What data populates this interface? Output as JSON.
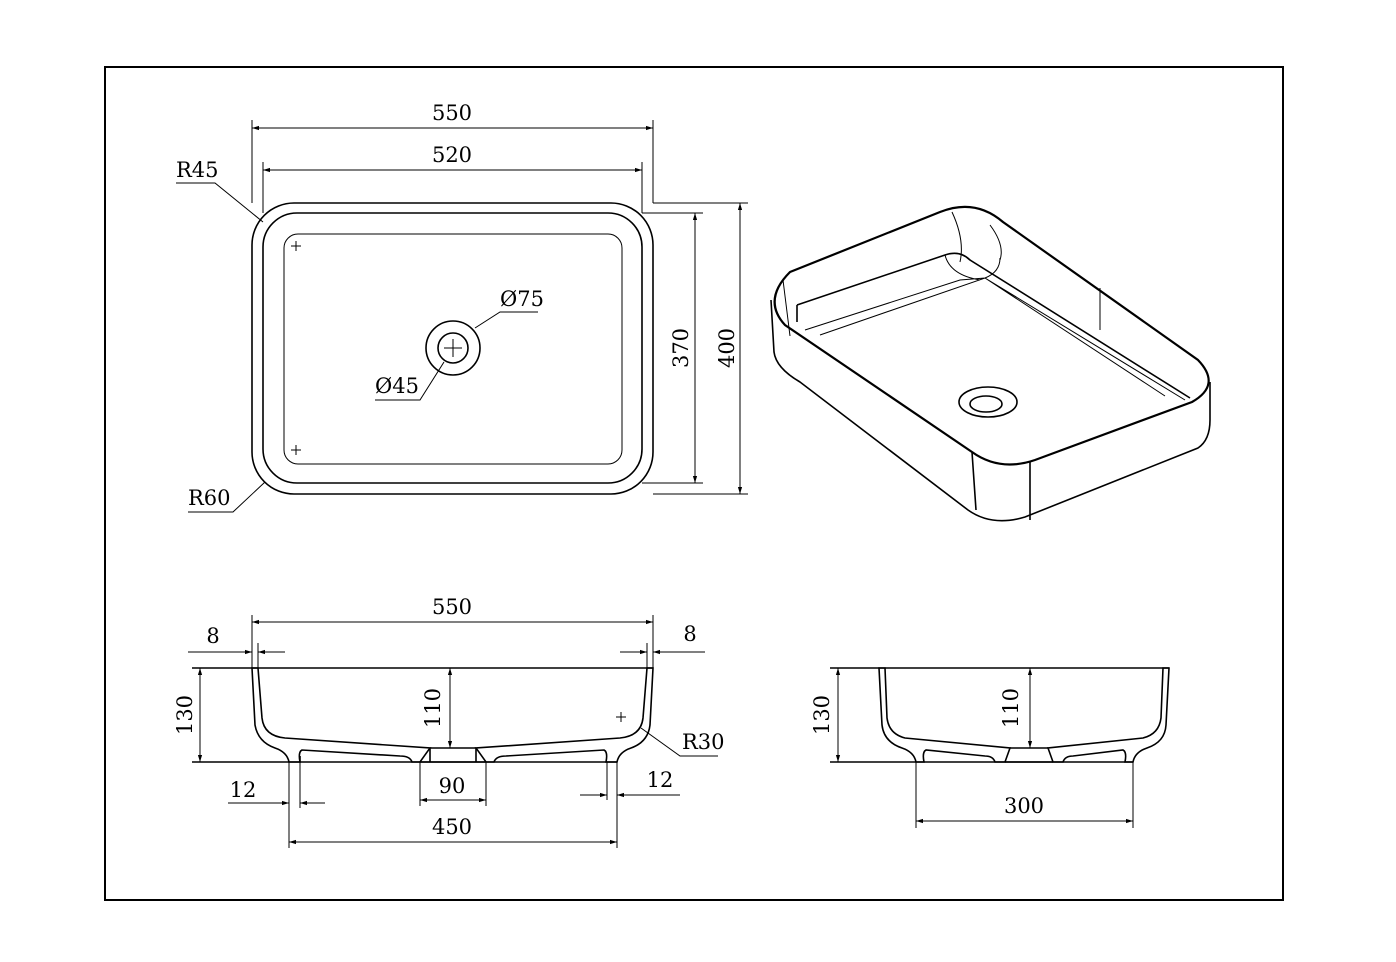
{
  "top_view": {
    "overall_width": "550",
    "inner_width": "520",
    "inner_depth": "370",
    "overall_depth": "400",
    "corner_radius_top": "R45",
    "corner_radius_bottom": "R60",
    "drain_outer_diameter": "Ø75",
    "drain_inner_diameter": "Ø45"
  },
  "front_section": {
    "overall_width": "550",
    "rim_left": "8",
    "rim_right": "8",
    "overall_height": "130",
    "inner_depth": "110",
    "bottom_radius": "R30",
    "foot_left": "12",
    "foot_right": "12",
    "drain_width": "90",
    "base_width": "450"
  },
  "side_section": {
    "overall_height": "130",
    "inner_depth": "110",
    "base_width": "300"
  }
}
